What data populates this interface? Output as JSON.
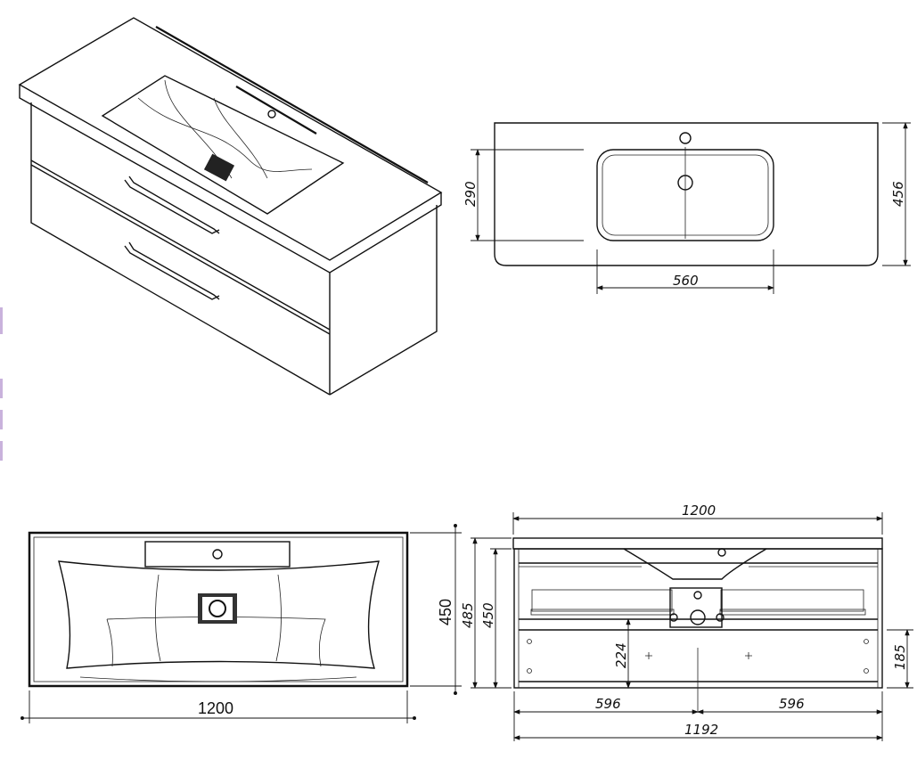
{
  "drawing": {
    "plan_view": {
      "basin_depth": "290",
      "top_depth": "456",
      "basin_width": "560"
    },
    "top_view": {
      "width": "1200",
      "depth": "450"
    },
    "front_view": {
      "overall_width": "1200",
      "height_total": "485",
      "height_cabinet": "450",
      "drain_height": "224",
      "mount_height": "185",
      "half_left": "596",
      "half_right": "596",
      "cabinet_width": "1192"
    }
  },
  "colors": {
    "line": "#111111",
    "edge_mark": "#c9b2dc"
  }
}
